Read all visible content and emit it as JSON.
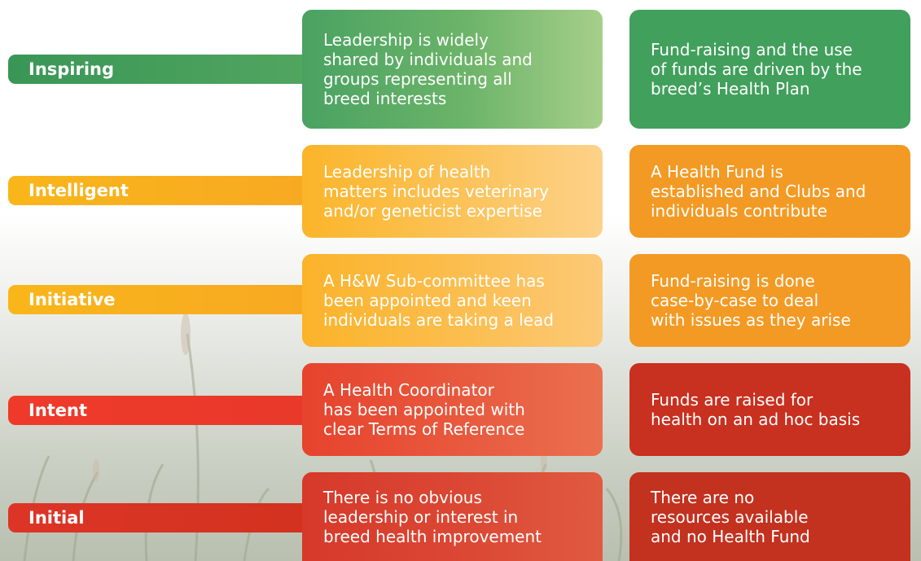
{
  "levels": [
    {
      "name": "Inspiring",
      "leadership": [
        "Leadership is widely",
        "shared by individuals and",
        "groups representing all",
        "breed interests"
      ],
      "funding": [
        "Fund-raising and the use",
        "of funds are driven by the",
        "breed’s Health Plan"
      ],
      "color": "#3f9d5a"
    },
    {
      "name": "Intelligent",
      "leadership": [
        "Leadership of health",
        "matters includes veterinary",
        "and/or geneticist expertise"
      ],
      "funding": [
        "A Health Fund is",
        "established and Clubs and",
        "individuals contribute"
      ],
      "color": "#f6a521"
    },
    {
      "name": "Initiative",
      "leadership": [
        "A H&W Sub-committee has",
        "been appointed and keen",
        "individuals are taking a lead"
      ],
      "funding": [
        "Fund-raising is done",
        "case-by-case to deal",
        "with issues as they arise"
      ],
      "color": "#f6a521"
    },
    {
      "name": "Intent",
      "leadership": [
        "A Health Coordinator",
        "has been appointed with",
        "clear Terms of Reference"
      ],
      "funding": [
        "Funds are raised for",
        "health on an ad hoc basis"
      ],
      "color": "#e8392a"
    },
    {
      "name": "Initial",
      "leadership": [
        "There is no obvious",
        "leadership or interest in",
        "breed health improvement"
      ],
      "funding": [
        "There are no",
        "resources available",
        "and no Health Fund"
      ],
      "color": "#d83226"
    }
  ]
}
